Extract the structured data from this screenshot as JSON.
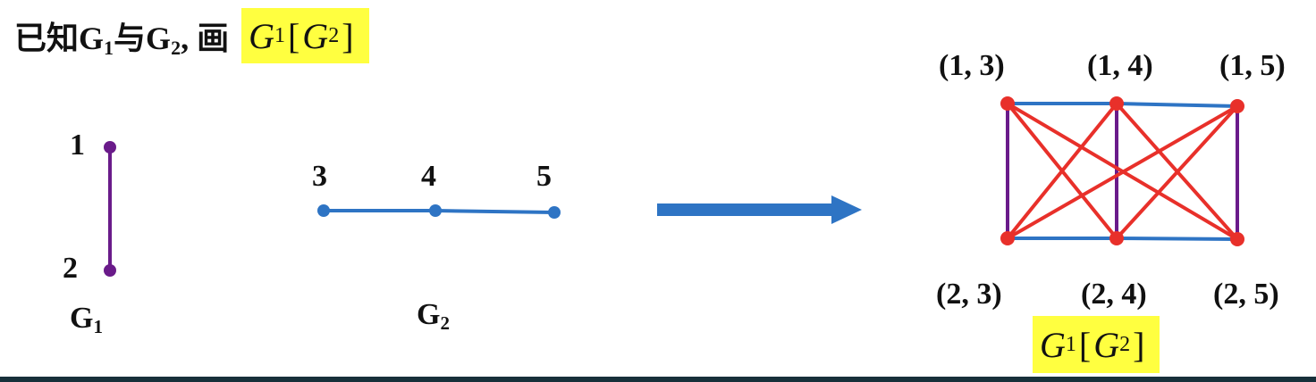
{
  "title": {
    "prefix": "已知",
    "g1": "G",
    "g1_sub": "1",
    "conj": "与",
    "g2": "G",
    "g2_sub": "2",
    "suffix": ", 画"
  },
  "formula": {
    "outer": "G",
    "outer_sub": "1",
    "open": "[",
    "inner": "G",
    "inner_sub": "2",
    "close": "]"
  },
  "graph_g1": {
    "name": "G",
    "name_sub": "1",
    "vertices": [
      "1",
      "2"
    ],
    "edges": [
      [
        "1",
        "2"
      ]
    ]
  },
  "graph_g2": {
    "name": "G",
    "name_sub": "2",
    "vertices": [
      "3",
      "4",
      "5"
    ],
    "edges": [
      [
        "3",
        "4"
      ],
      [
        "4",
        "5"
      ]
    ]
  },
  "composition": {
    "top_labels": [
      "(1, 3)",
      "(1, 4)",
      "(1, 5)"
    ],
    "bottom_labels": [
      "(2, 3)",
      "(2, 4)",
      "(2, 5)"
    ]
  },
  "colors": {
    "g1_edge": "#6a1b8a",
    "g2_edge": "#2e74c4",
    "cross_edge": "#e8302a",
    "highlight": "#ffff40",
    "arrow": "#2e74c4"
  }
}
